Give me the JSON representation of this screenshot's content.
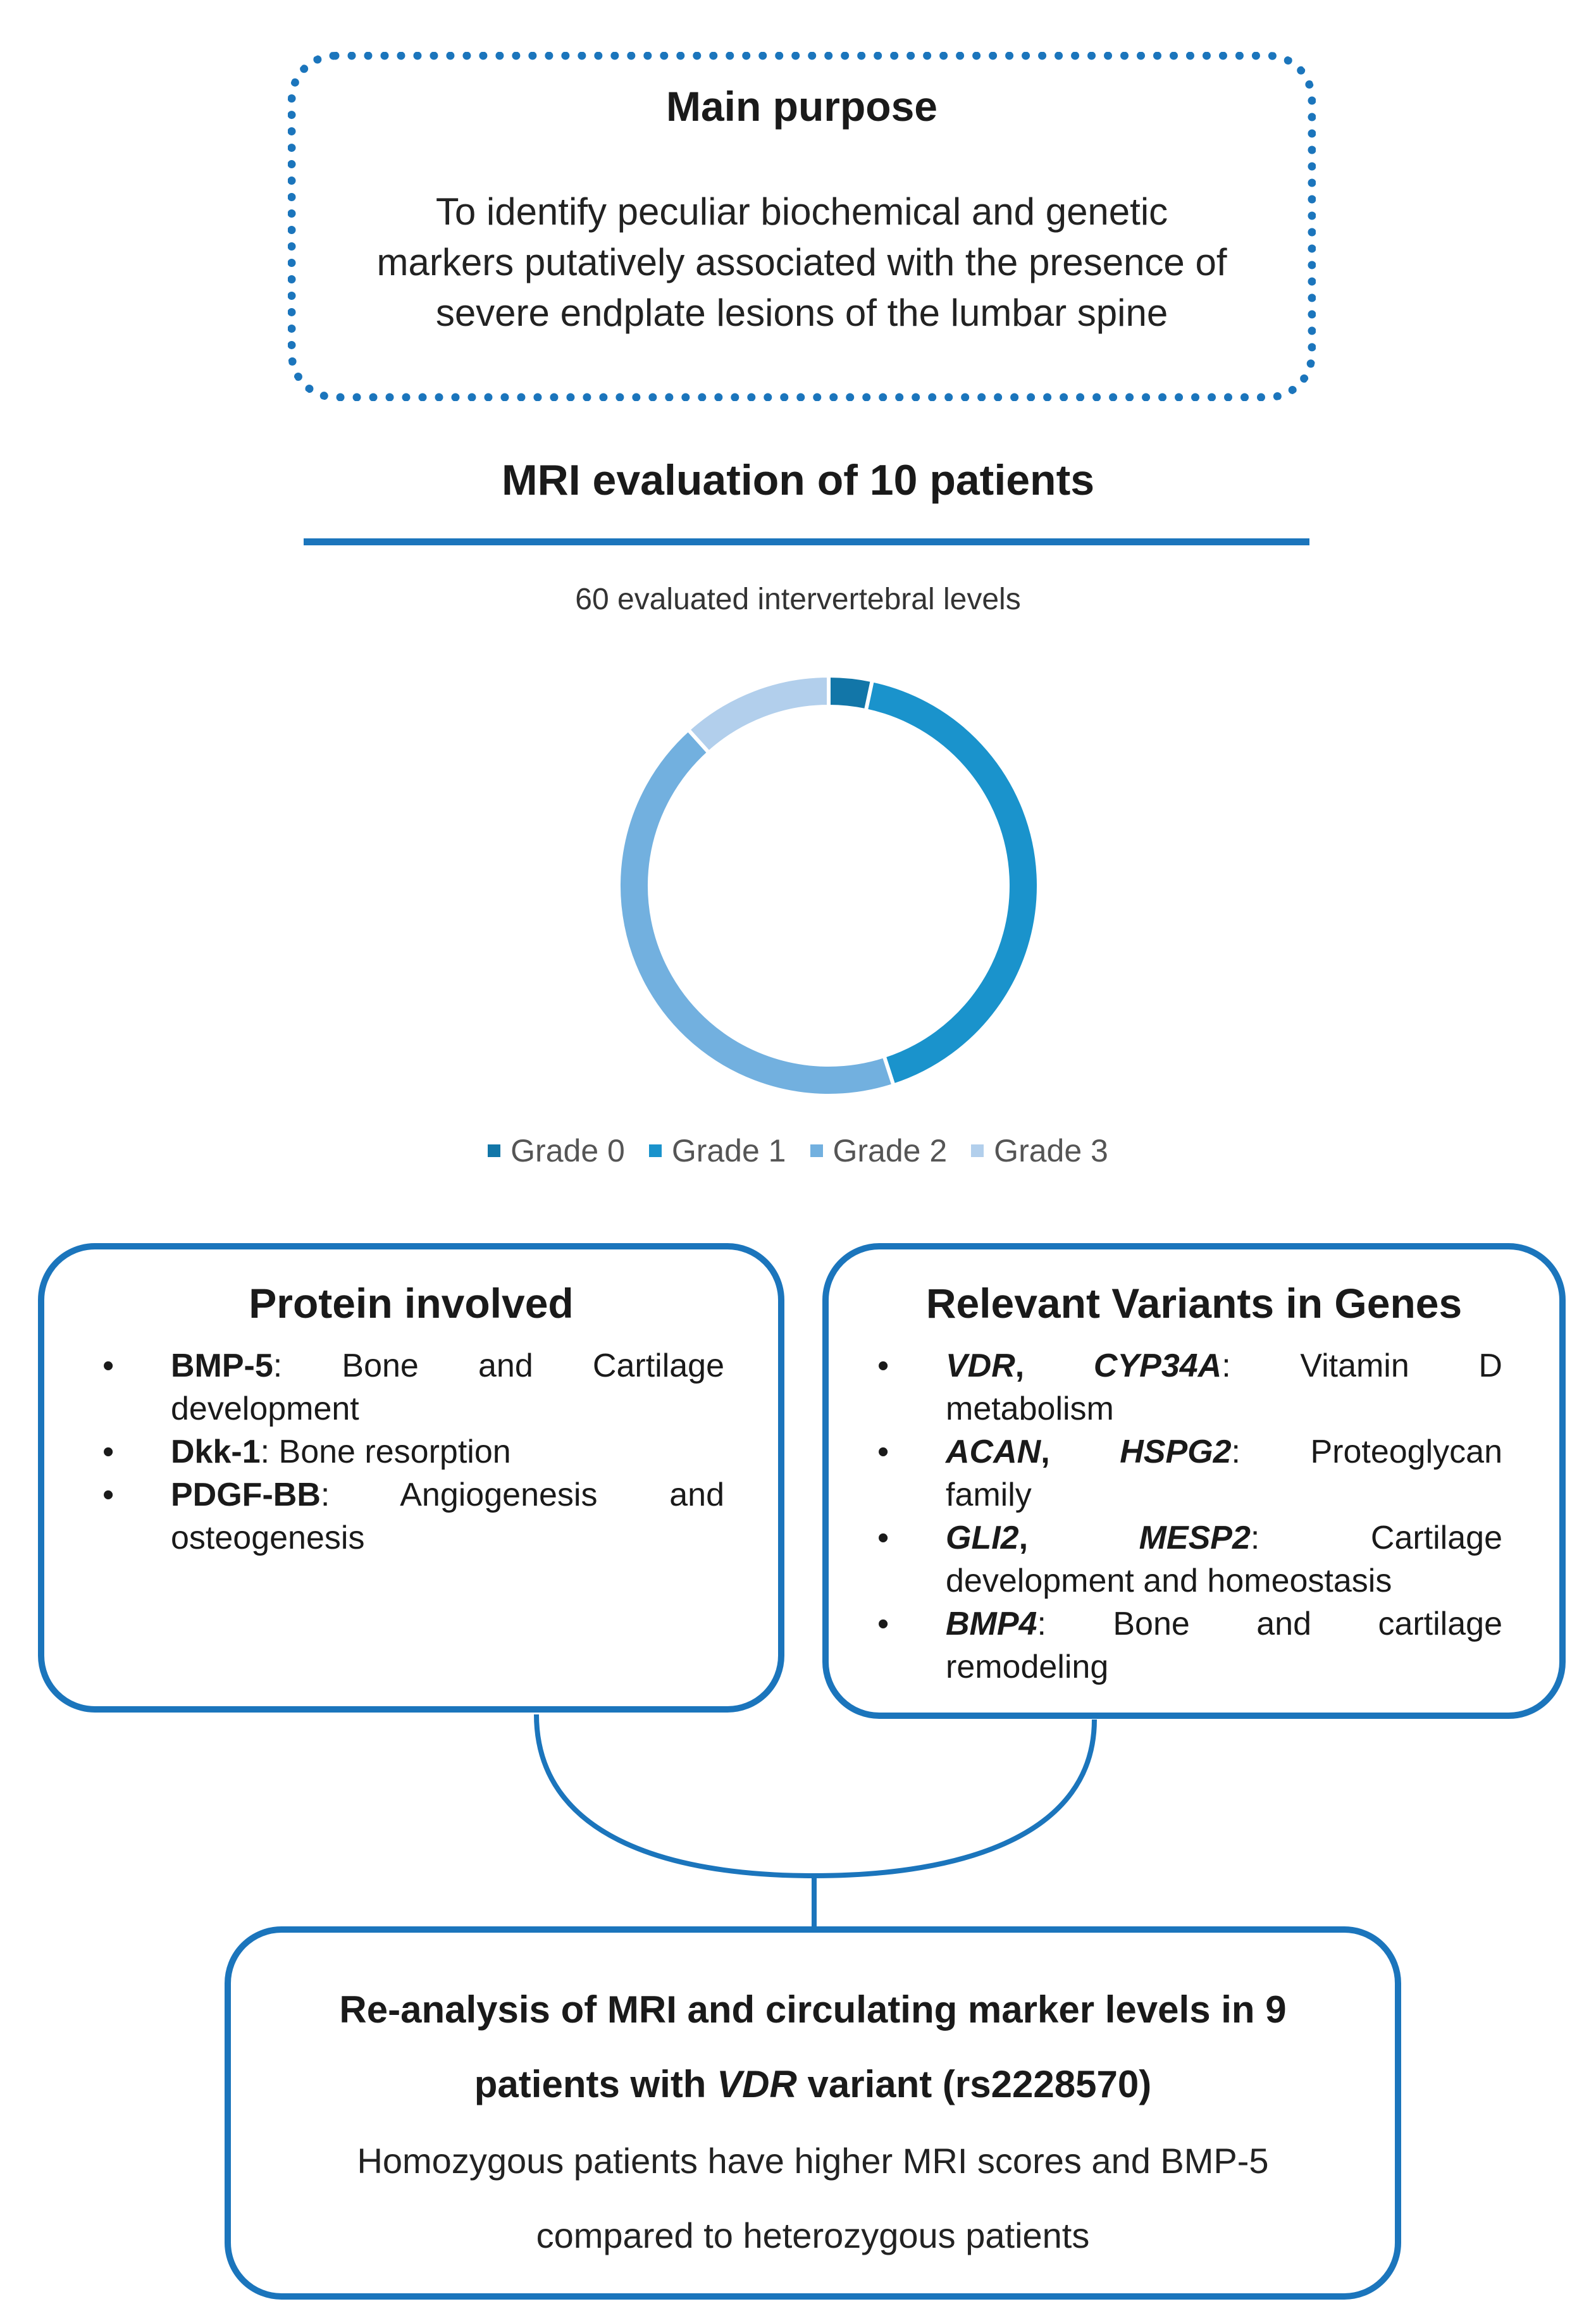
{
  "main_purpose": {
    "title": "Main purpose",
    "lines": [
      "To identify peculiar biochemical and genetic",
      "markers putatively associated with the presence of",
      "severe endplate lesions of the lumbar spine"
    ]
  },
  "mri": {
    "title": "MRI evaluation of 10 patients",
    "caption": "60 evaluated intervertebral levels"
  },
  "chart_data": {
    "type": "pie",
    "donut": true,
    "title": "",
    "categories": [
      "Grade 0",
      "Grade 1",
      "Grade 2",
      "Grade 3"
    ],
    "values": [
      2,
      25,
      26,
      7
    ],
    "colors": [
      "#1276a8",
      "#1a93cc",
      "#72b0df",
      "#b2cfec"
    ],
    "legend_position": "bottom"
  },
  "protein": {
    "title": "Protein involved",
    "items": [
      {
        "name": "BMP-5",
        "line1": ": Bone and Cartilage",
        "line2": "development"
      },
      {
        "name": "Dkk-1",
        "line1": ": Bone resorption",
        "line2": ""
      },
      {
        "name": "PDGF-BB",
        "line1": ": Angiogenesis and",
        "line2": "osteogenesis"
      }
    ]
  },
  "variants": {
    "title": "Relevant Variants in Genes",
    "items": [
      {
        "gene1": "VDR",
        "gene2": "CYP34A",
        "line1": ": Vitamin D",
        "line2": "metabolism"
      },
      {
        "gene1": "ACAN",
        "gene2": "HSPG2",
        "line1": ": Proteoglycan",
        "line2": "family"
      },
      {
        "gene1": "GLI2",
        "gene2": "MESP2",
        "line1": ": Cartilage",
        "line2": "development and homeostasis"
      },
      {
        "gene1": "BMP4",
        "gene2": "",
        "line1": ": Bone and cartilage",
        "line2": "remodeling"
      }
    ]
  },
  "final": {
    "title_line1": "Re-analysis of MRI and circulating marker levels in 9",
    "title_pre": "patients with ",
    "title_gene": "VDR",
    "title_post": " variant (rs2228570)",
    "body_line1": "Homozygous patients have higher MRI scores and BMP-5",
    "body_line2": "compared to heterozygous patients"
  },
  "bullet_char": "•",
  "accent_color": "#1b75bc"
}
